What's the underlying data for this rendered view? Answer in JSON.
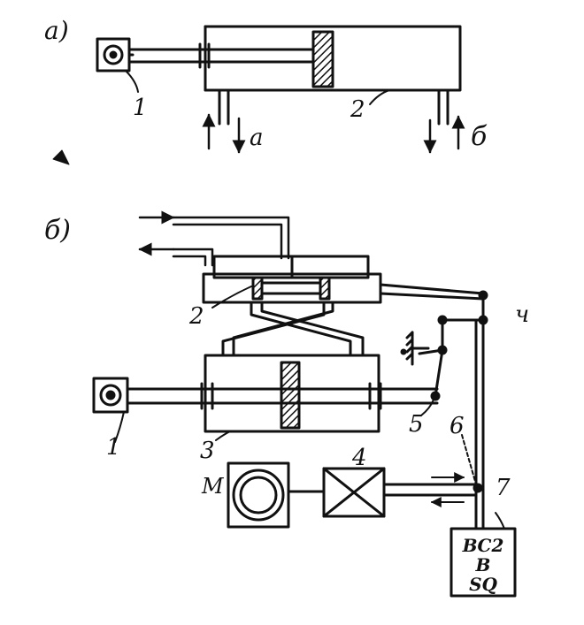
{
  "colors": {
    "ink": "#111111",
    "paper": "#ffffff"
  },
  "diagram_a": {
    "panel_label": "а)",
    "part_labels": {
      "coupling": "1",
      "cylinder": "2"
    },
    "port_labels": {
      "left": "а",
      "right": "б"
    }
  },
  "diagram_b": {
    "panel_label": "б)",
    "part_labels": {
      "valve": "2",
      "coupling": "1",
      "cylinder": "3",
      "box": "4",
      "lever": "5",
      "pivot": "6",
      "controller": "7",
      "motor": "M",
      "mark": "ч"
    },
    "controller_lines": [
      "ВС2",
      "В",
      "SQ"
    ]
  }
}
